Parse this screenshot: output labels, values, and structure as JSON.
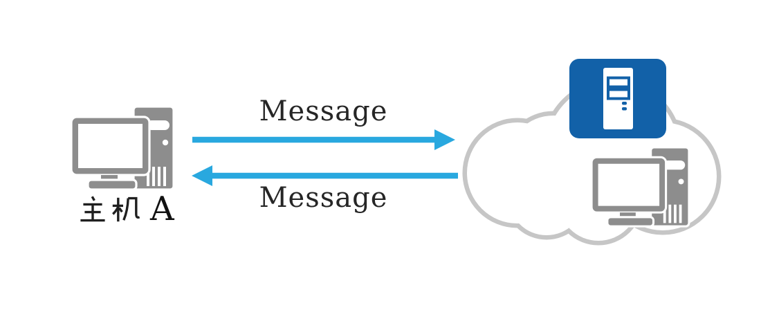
{
  "host": {
    "label": "主机 A",
    "label_hanzi": "主机",
    "suffix": "A"
  },
  "messages": {
    "top": "Message",
    "bottom": "Message"
  },
  "cloud": {
    "icons": [
      "server-icon",
      "remote-computer-icon"
    ]
  },
  "colors": {
    "arrow-blue": "#29A8DF",
    "device-gray": "#8D8D8D",
    "server-blue": "#1261A8",
    "cloud-stroke": "#C6C6C6",
    "text-dark": "#262626",
    "background": "#FFFFFF"
  }
}
